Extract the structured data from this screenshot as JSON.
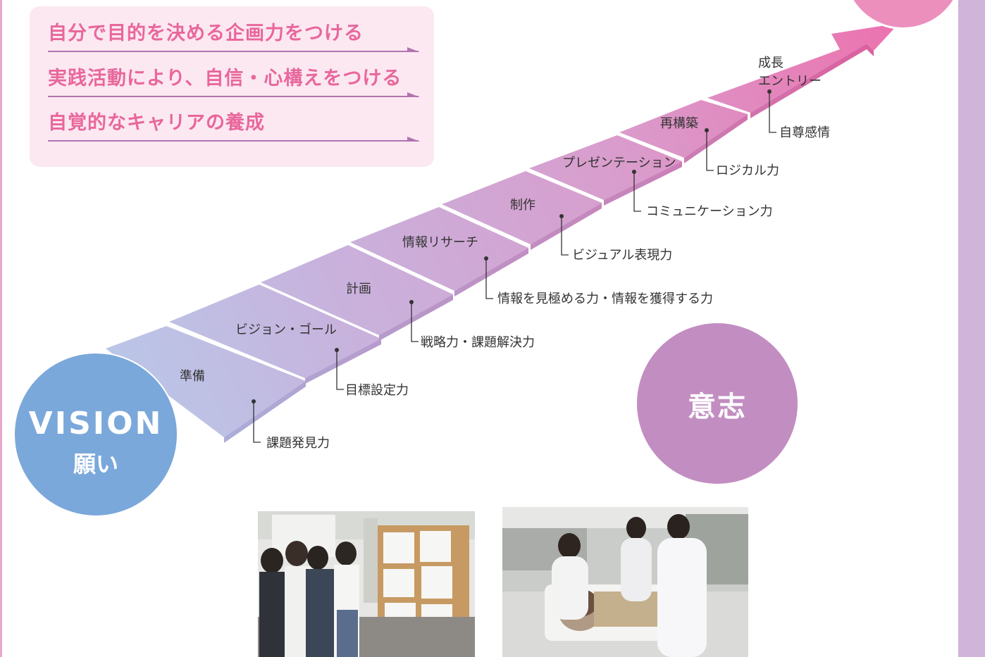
{
  "goals": [
    {
      "text": "自分で目的を決める企画力をつける"
    },
    {
      "text": "実践活動により、自信・心構えをつける"
    },
    {
      "text": "自覚的なキャリアの養成"
    }
  ],
  "circles": {
    "vision_word": "VISION",
    "vision_sub": "願い",
    "will_word": "意志"
  },
  "steps": [
    {
      "label": "準備",
      "skill": "課題発見力"
    },
    {
      "label": "ビジョン・ゴール",
      "skill": "目標設定力"
    },
    {
      "label": "計画",
      "skill": "戦略力・課題解決力"
    },
    {
      "label": "情報リサーチ",
      "skill": "情報を見極める力・情報を獲得する力"
    },
    {
      "label": "制作",
      "skill": "ビジュアル表現力"
    },
    {
      "label": "プレゼンテーション",
      "skill": "コミュニケーション力"
    },
    {
      "label": "再構築",
      "skill": "ロジカル力"
    },
    {
      "label_line1": "成長",
      "label_line2": "エントリー",
      "skill": "自尊感情"
    }
  ],
  "colors": {
    "goal_text": "#e8679c",
    "goal_rule": "#b273b0",
    "vision": "#7ba8da",
    "will": "#c28dc1",
    "arrow_head": "#e96ea7",
    "right_band": "#d0b4d9"
  },
  "photos": [
    {
      "subject": "students-presenting-poster-board"
    },
    {
      "subject": "nursing-students-care-practice"
    }
  ]
}
